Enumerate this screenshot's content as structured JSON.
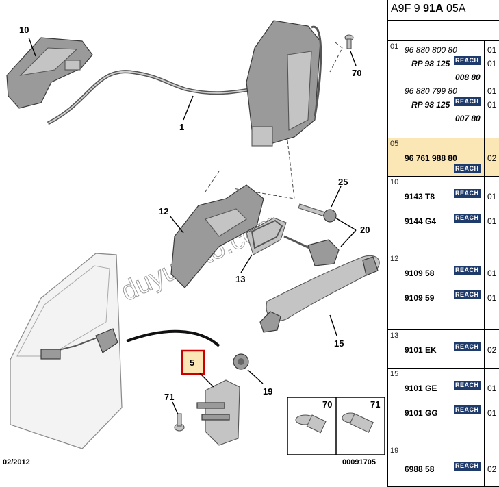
{
  "header": {
    "code_prefix": "A9F 9 ",
    "code_bold": "91A",
    "code_suffix": " 05A"
  },
  "reach_badge": "REACH",
  "groups": [
    {
      "num": "01",
      "rows": [
        {
          "text": "96 880 800 80",
          "qty": "01",
          "style": "ital"
        },
        {
          "text": "RP 98 125",
          "qty": "01",
          "style": "ital-bold",
          "reach": true
        },
        {
          "text": "008 80",
          "qty": "",
          "style": "ital-bold"
        },
        {
          "text": "96 880 799 80",
          "qty": "01",
          "style": "ital"
        },
        {
          "text": "RP 98 125",
          "qty": "01",
          "style": "ital-bold",
          "reach": true
        },
        {
          "text": "007 80",
          "qty": "",
          "style": "ital-bold"
        }
      ]
    },
    {
      "num": "05",
      "selected": true,
      "rows": [
        {
          "text": "96 761 988 80",
          "qty": "02",
          "style": "bold",
          "reach": true
        }
      ]
    },
    {
      "num": "10",
      "rows": [
        {
          "text": "9143 T8",
          "qty": "01",
          "style": "bold",
          "reach": true
        },
        {
          "text": "9144 G4",
          "qty": "01",
          "style": "bold",
          "reach": true
        }
      ]
    },
    {
      "num": "12",
      "rows": [
        {
          "text": "9109 58",
          "qty": "01",
          "style": "bold",
          "reach": true
        },
        {
          "text": "9109 59",
          "qty": "01",
          "style": "bold",
          "reach": true
        }
      ]
    },
    {
      "num": "13",
      "rows": [
        {
          "text": "9101 EK",
          "qty": "02",
          "style": "bold",
          "reach": true
        }
      ]
    },
    {
      "num": "15",
      "rows": [
        {
          "text": "9101 GE",
          "qty": "01",
          "style": "bold",
          "reach": true
        },
        {
          "text": "9101 GG",
          "qty": "01",
          "style": "bold",
          "reach": true
        }
      ]
    },
    {
      "num": "19",
      "rows": [
        {
          "text": "6988 58",
          "qty": "02",
          "style": "bold",
          "reach": true
        }
      ]
    }
  ],
  "diagram": {
    "labels": {
      "p10": "10",
      "p70": "70",
      "p1": "1",
      "p12": "12",
      "p25": "25",
      "p20": "20",
      "p13": "13",
      "p15": "15",
      "p5": "5",
      "p19": "19",
      "p71": "71",
      "inset70": "70",
      "inset71": "71"
    },
    "date": "02/2012",
    "ref": "00091705",
    "watermark": "duyukoto.com"
  }
}
